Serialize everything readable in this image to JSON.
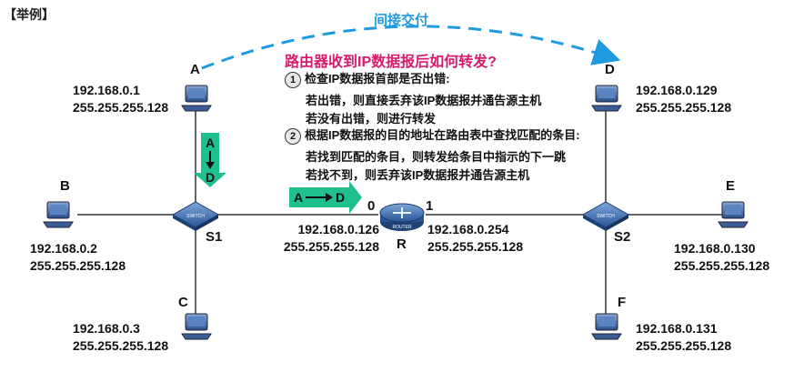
{
  "title": "【举例】",
  "indirect_label": "间接交付",
  "question": "路由器收到IP数据报后如何转发?",
  "steps": [
    {
      "num": "1",
      "main": "检查IP数据报首部是否出错:",
      "subs": [
        "若出错，则直接丢弃该IP数据报并通告源主机",
        "若没有出错，则进行转发"
      ]
    },
    {
      "num": "2",
      "main": "根据IP数据报的目的地址在路由表中查找匹配的条目:",
      "subs": [
        "若找到匹配的条目，则转发给条目中指示的下一跳",
        "若找不到，则丢弃该IP数据报并通告源主机"
      ]
    }
  ],
  "hosts": {
    "A": {
      "name": "A",
      "ip": "192.168.0.1",
      "mask": "255.255.255.128"
    },
    "B": {
      "name": "B",
      "ip": "192.168.0.2",
      "mask": "255.255.255.128"
    },
    "C": {
      "name": "C",
      "ip": "192.168.0.3",
      "mask": "255.255.255.128"
    },
    "D": {
      "name": "D",
      "ip": "192.168.0.129",
      "mask": "255.255.255.128"
    },
    "E": {
      "name": "E",
      "ip": "192.168.0.130",
      "mask": "255.255.255.128"
    },
    "F": {
      "name": "F",
      "ip": "192.168.0.131",
      "mask": "255.255.255.128"
    }
  },
  "switches": {
    "S1": "S1",
    "S2": "S2"
  },
  "router": {
    "name": "R",
    "device_text": "ROUTER",
    "port0": {
      "num": "0",
      "ip": "192.168.0.126",
      "mask": "255.255.255.128"
    },
    "port1": {
      "num": "1",
      "ip": "192.168.0.254",
      "mask": "255.255.255.128"
    }
  },
  "switch_device_text": "SWITCH",
  "packet_vertical": {
    "from": "A",
    "to": "D"
  },
  "packet_horizontal": {
    "from": "A",
    "to": "D"
  },
  "colors": {
    "accent_pink": "#d81b6b",
    "accent_blue": "#1e9be0",
    "packet_green": "#1fbf8e",
    "line": "#333333",
    "device_blue": "#3b6fb5"
  }
}
